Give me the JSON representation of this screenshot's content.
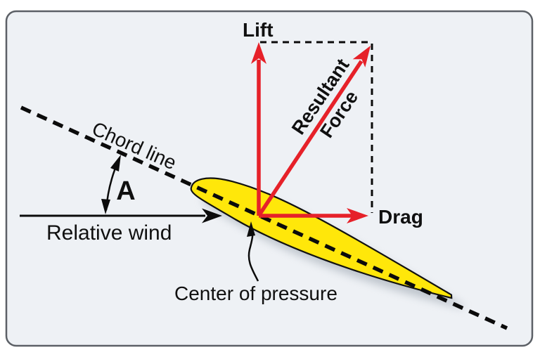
{
  "panel": {
    "background": "#eef1f5",
    "border": "#5c6066"
  },
  "airfoil": {
    "fill": "#ffe70a",
    "outline": "#111111"
  },
  "forces": {
    "color": "#e62129",
    "lift_label": "Lift",
    "drag_label": "Drag",
    "resultant_label_line1": "Resultant",
    "resultant_label_line2": "Force"
  },
  "references": {
    "chord_line_label": "Chord line",
    "relative_wind_label": "Relative wind",
    "angle_label": "A",
    "center_of_pressure_label": "Center of pressure"
  }
}
